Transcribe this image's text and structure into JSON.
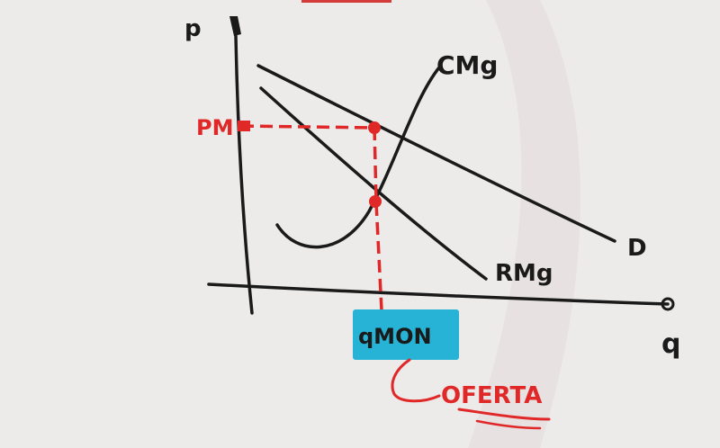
{
  "diagram": {
    "axis_y_label": "p",
    "axis_x_label": "q",
    "curves": {
      "cmg_label": "CMg",
      "demand_label": "D",
      "rmg_label": "RMg"
    },
    "price_label": "PM",
    "quantity_label": "qMON",
    "annotation_text": "OFERTA"
  },
  "colors": {
    "ink": "#1a1a1a",
    "marker_red": "#e02828",
    "highlight_cyan": "#27b3d6",
    "background": "#ecebea",
    "top_strip_red": "#d63b3b"
  }
}
